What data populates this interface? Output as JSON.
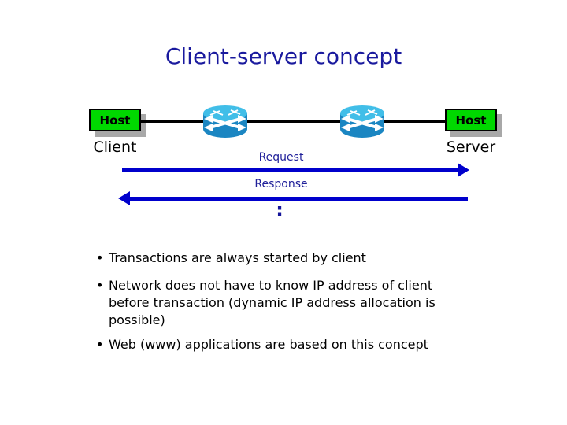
{
  "slide": {
    "title": "Client-server concept"
  },
  "diagram": {
    "host_left": "Host",
    "host_right": "Host",
    "client": "Client",
    "server": "Server",
    "request": "Request",
    "response": "Response",
    "continuation": ":",
    "icons": {
      "router": "router-icon"
    }
  },
  "colors": {
    "title_text": "#1a1a9e",
    "message_label_text": "#20209a",
    "arrow_blue": "#0000cc",
    "host_green": "#00d800",
    "shadow_gray": "#a8a8a8",
    "router_top": "#41bee8",
    "router_body": "#1b86c2",
    "network_line": "#000000"
  },
  "bullets": {
    "marker": "•",
    "items": [
      "Transactions are always started by client",
      "Network does not have to know IP address of client\nbefore transaction (dynamic IP address allocation is\npossible)",
      "Web (www) applications are based on this concept"
    ]
  }
}
